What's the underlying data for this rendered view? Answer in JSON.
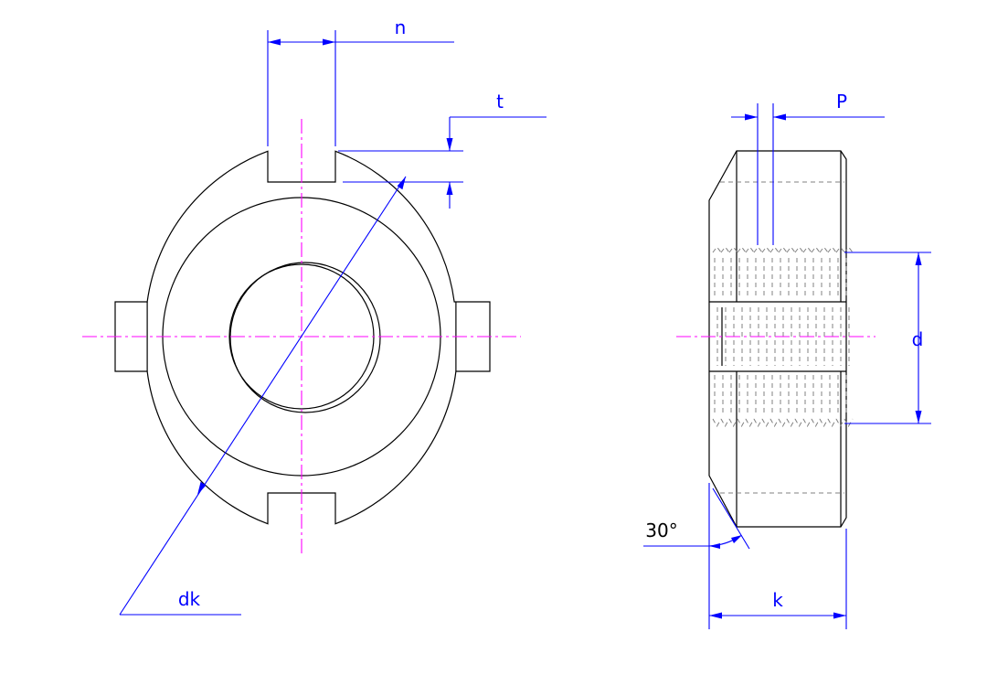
{
  "labels": {
    "n": "n",
    "t": "t",
    "dk": "dk",
    "p": "P",
    "d": "d",
    "angle": "30°",
    "k": "k"
  },
  "colors": {
    "outline": "#000000",
    "dimension": "#0000ff",
    "centerline": "#ff00ff",
    "hidden": "#808080"
  }
}
